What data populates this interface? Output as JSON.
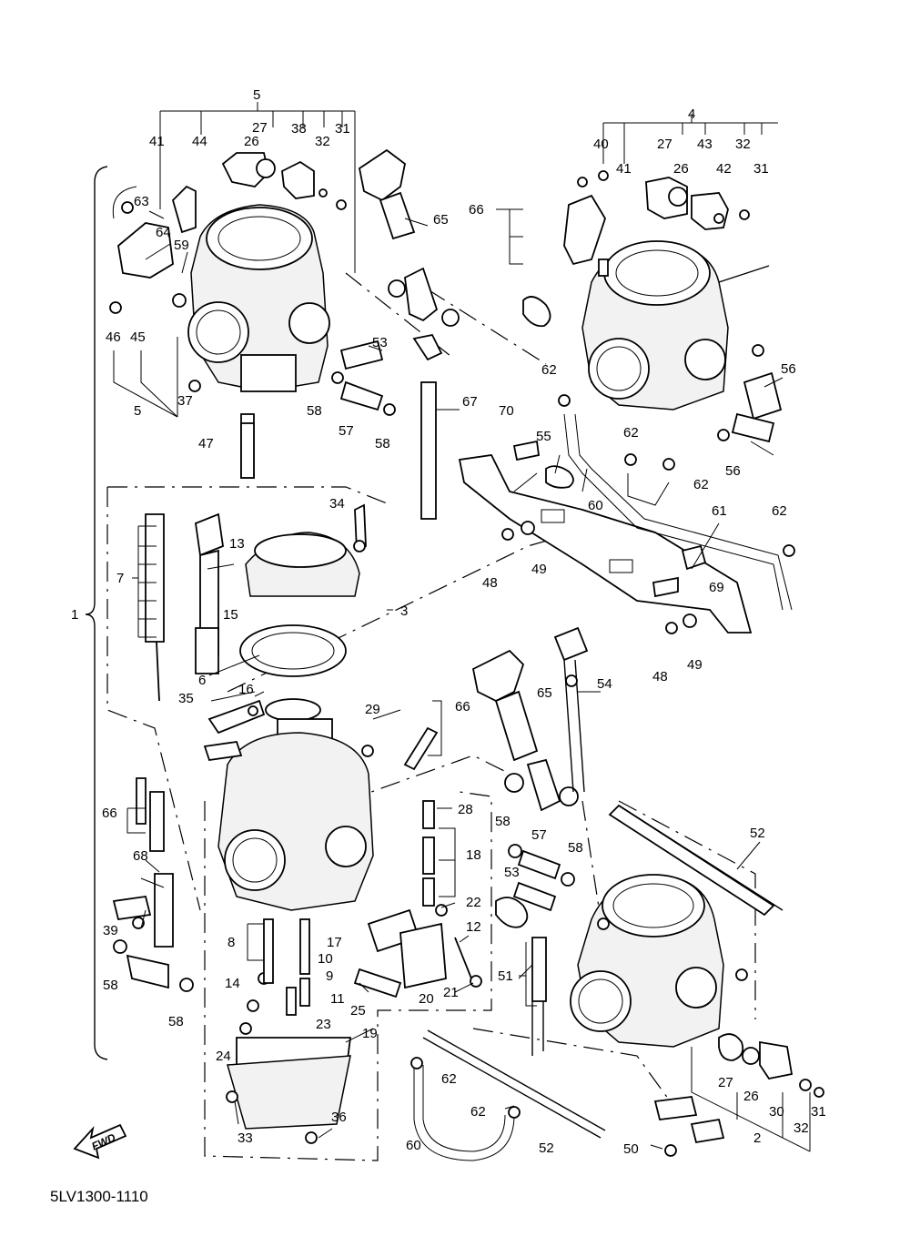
{
  "diagram_code": "5LV1300-1110",
  "fwd_label": "FWD",
  "callouts": {
    "c1": "1",
    "c2": "2",
    "c3": "3",
    "c4": "4",
    "c5a": "5",
    "c5b": "5",
    "c6": "6",
    "c7": "7",
    "c8": "8",
    "c9": "9",
    "c10": "10",
    "c11": "11",
    "c12": "12",
    "c13": "13",
    "c14": "14",
    "c15": "15",
    "c16": "16",
    "c17": "17",
    "c18": "18",
    "c19": "19",
    "c20": "20",
    "c21": "21",
    "c22": "22",
    "c23": "23",
    "c24": "24",
    "c25": "25",
    "c26a": "26",
    "c26b": "26",
    "c26c": "26",
    "c27a": "27",
    "c27b": "27",
    "c27c": "27",
    "c28": "28",
    "c29": "29",
    "c30": "30",
    "c31a": "31",
    "c31b": "31",
    "c31c": "31",
    "c32a": "32",
    "c32b": "32",
    "c32c": "32",
    "c33": "33",
    "c34": "34",
    "c35": "35",
    "c36": "36",
    "c37": "37",
    "c38": "38",
    "c39": "39",
    "c40": "40",
    "c41a": "41",
    "c41b": "41",
    "c42": "42",
    "c43": "43",
    "c44": "44",
    "c45": "45",
    "c46": "46",
    "c47": "47",
    "c48a": "48",
    "c48b": "48",
    "c49a": "49",
    "c49b": "49",
    "c50": "50",
    "c51": "51",
    "c52a": "52",
    "c52b": "52",
    "c53a": "53",
    "c53b": "53",
    "c54": "54",
    "c55": "55",
    "c56a": "56",
    "c56b": "56",
    "c57a": "57",
    "c57b": "57",
    "c58a": "58",
    "c58b": "58",
    "c58c": "58",
    "c58d": "58",
    "c58e": "58",
    "c58f": "58",
    "c59": "59",
    "c60a": "60",
    "c60b": "60",
    "c61": "61",
    "c62a": "62",
    "c62b": "62",
    "c62c": "62",
    "c62d": "62",
    "c62e": "62",
    "c62f": "62",
    "c63": "63",
    "c64": "64",
    "c65a": "65",
    "c65b": "65",
    "c66a": "66",
    "c66b": "66",
    "c66c": "66",
    "c67": "67",
    "c68": "68",
    "c69": "69",
    "c70": "70"
  }
}
